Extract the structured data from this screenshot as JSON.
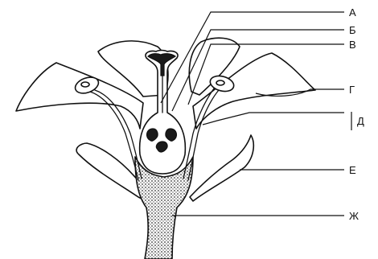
{
  "labels": {
    "a": "А",
    "b": "Б",
    "v": "В",
    "g": "Г",
    "d": "Д",
    "e": "Е",
    "zh": "Ж"
  }
}
